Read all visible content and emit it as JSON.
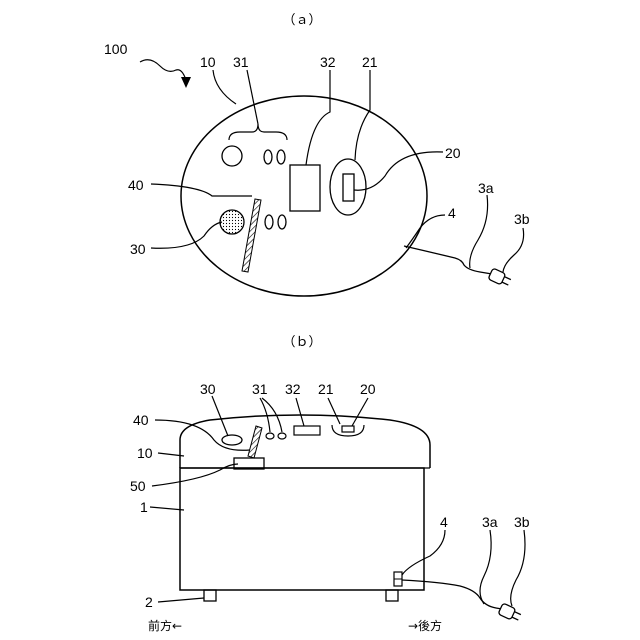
{
  "figure_a": {
    "caption": "（ａ）",
    "labels": {
      "device": "100",
      "lid": "10",
      "buttons": "31",
      "display": "32",
      "knob": "21",
      "indicator": "20",
      "sensor": "30",
      "plate": "40",
      "cord": "4",
      "cord_end": "3a",
      "plug": "3b"
    }
  },
  "figure_b": {
    "caption": "（ｂ）",
    "labels": {
      "sensor": "30",
      "buttons": "31",
      "display": "32",
      "knob": "21",
      "indicator": "20",
      "plate": "40",
      "lid": "10",
      "hinge": "50",
      "body": "1",
      "cord": "4",
      "cord_end": "3a",
      "plug": "3b",
      "foot": "2"
    },
    "front": "前方←",
    "rear": "→後方"
  }
}
